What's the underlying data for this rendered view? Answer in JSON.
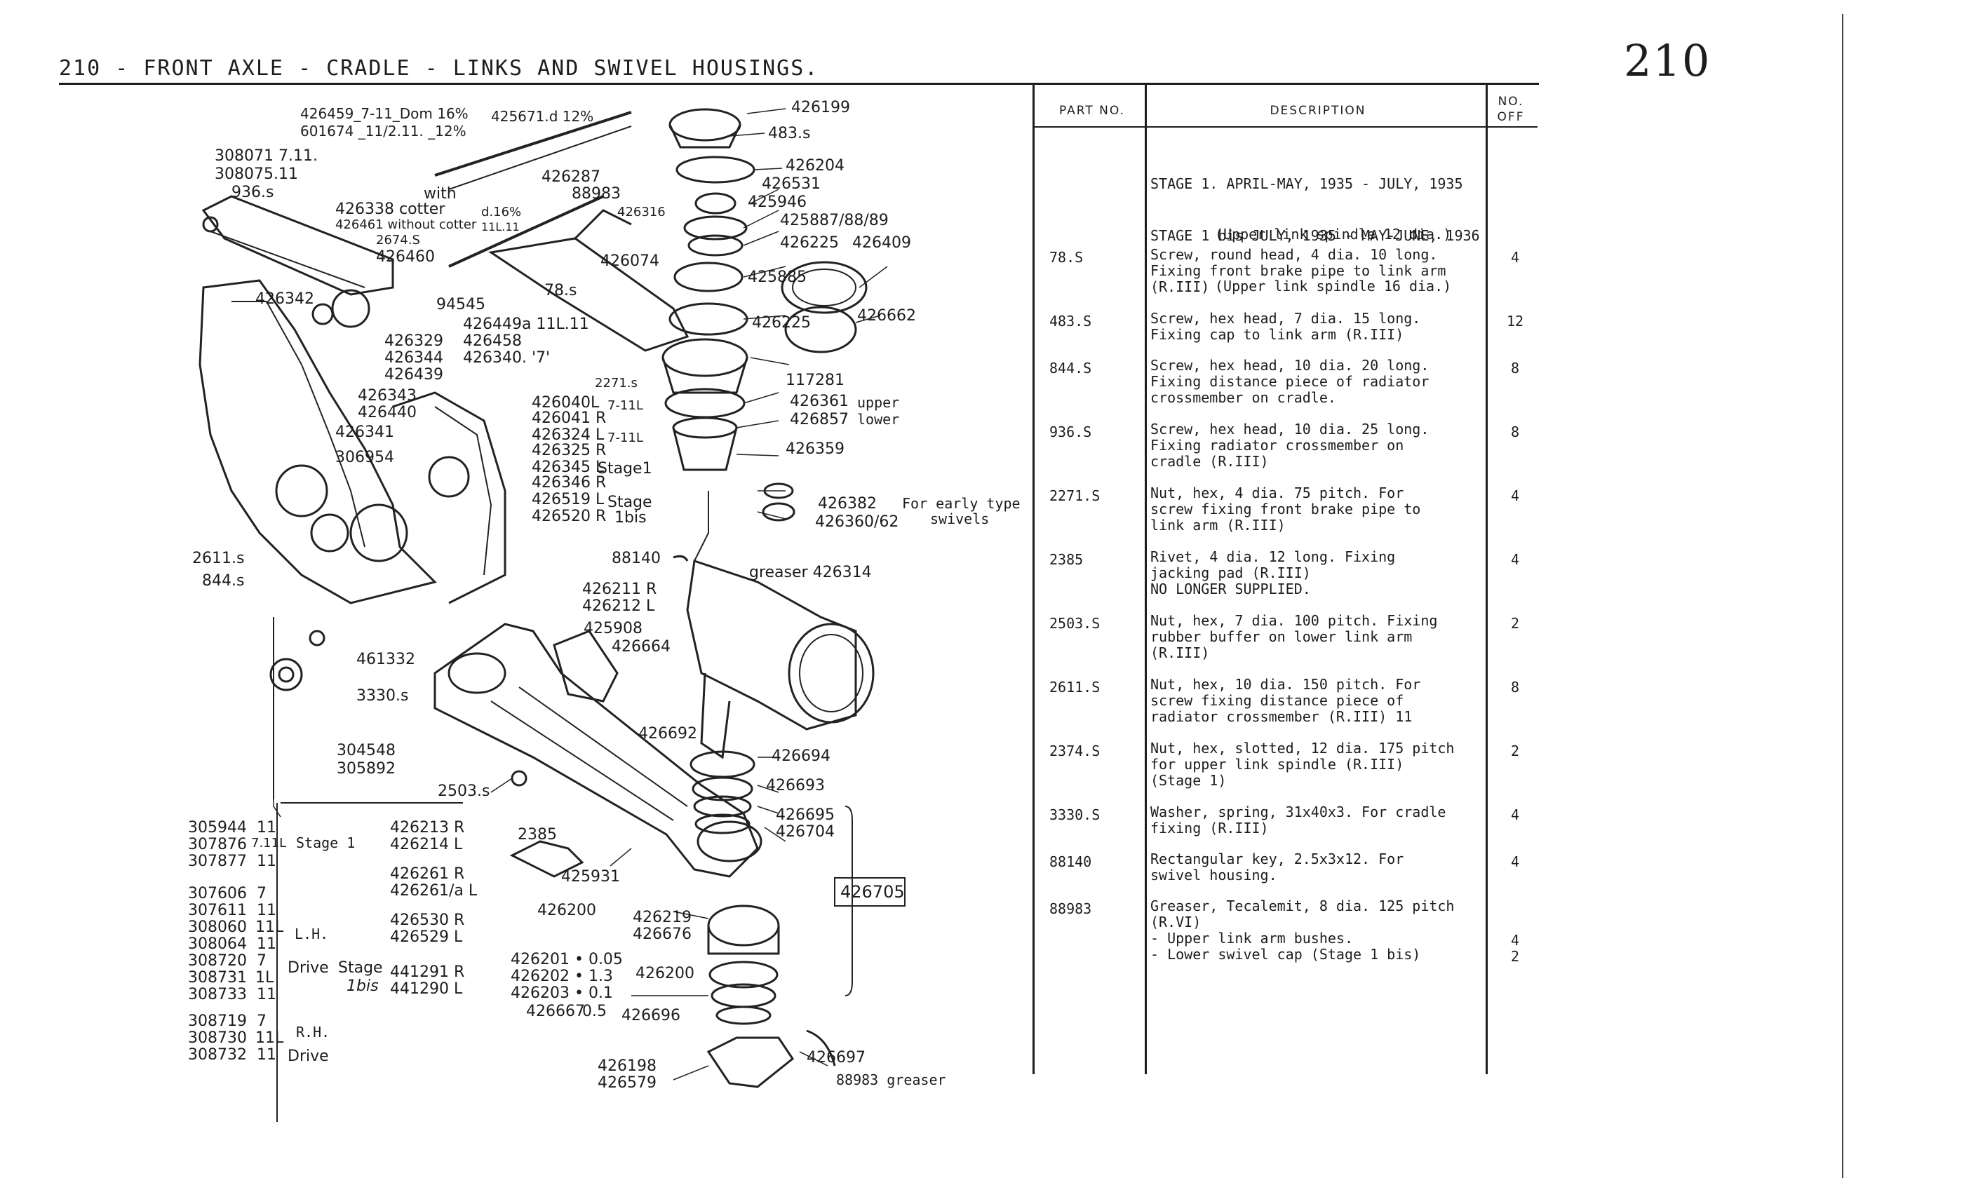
{
  "page": {
    "title": "210 - FRONT AXLE - CRADLE - LINKS AND SWIVEL HOUSINGS.",
    "page_number": "210"
  },
  "table": {
    "headers": {
      "part_no": "PART NO.",
      "description": "DESCRIPTION",
      "no_off": "NO. OFF"
    },
    "stages": [
      {
        "line1": "STAGE 1. APRIL-MAY, 1935 - JULY, 1935",
        "line2": "(Upper link spindle 12 dia.)"
      },
      {
        "line1": "STAGE 1 bis JULY, 1935 - MAY-JUNE, 1936",
        "line2": "(Upper link spindle 16 dia.)"
      }
    ],
    "rows": [
      {
        "part": "78.S",
        "desc": "Screw, round head, 4 dia. 10 long.\nFixing front brake pipe to link arm\n(R.III)",
        "off": "4"
      },
      {
        "part": "483.S",
        "desc": "Screw, hex head, 7 dia. 15 long.\nFixing cap to link arm (R.III)",
        "off": "12"
      },
      {
        "part": "844.S",
        "desc": "Screw, hex head, 10 dia. 20 long.\nFixing distance piece of radiator\ncrossmember on cradle.",
        "off": "8"
      },
      {
        "part": "936.S",
        "desc": "Screw, hex head, 10 dia. 25 long.\nFixing radiator crossmember on\ncradle (R.III)",
        "off": "8"
      },
      {
        "part": "2271.S",
        "desc": "Nut, hex, 4 dia. 75 pitch. For\nscrew fixing front brake pipe to\nlink arm (R.III)",
        "off": "4"
      },
      {
        "part": "2385",
        "desc": "Rivet, 4 dia. 12 long. Fixing\njacking pad (R.III)\nNO LONGER SUPPLIED.",
        "off": "4"
      },
      {
        "part": "2503.S",
        "desc": "Nut, hex, 7 dia. 100 pitch. Fixing\nrubber buffer on lower link arm\n(R.III)",
        "off": "2"
      },
      {
        "part": "2611.S",
        "desc": "Nut, hex, 10 dia. 150 pitch. For\nscrew fixing distance piece of\nradiator crossmember (R.III) 11",
        "off": "8"
      },
      {
        "part": "2374.S",
        "desc": "Nut, hex, slotted, 12 dia. 175 pitch\nfor upper link spindle (R.III)\n(Stage 1)",
        "off": "2"
      },
      {
        "part": "3330.S",
        "desc": "Washer, spring, 31x40x3. For cradle\nfixing (R.III)",
        "off": "4"
      },
      {
        "part": "88140",
        "desc": "Rectangular key, 2.5x3x12. For\nswivel housing.",
        "off": "4"
      },
      {
        "part": "88983",
        "desc": "Greaser, Tecalemit, 8 dia. 125 pitch\n(R.VI)\n- Upper link arm bushes.\n- Lower swivel cap (Stage 1 bis)",
        "off": "4\n2"
      }
    ]
  },
  "diagram": {
    "labels_top": [
      "426459_7-11_Dom 16%",
      "601674 _11/2.11. _12%",
      "425671.d 12%",
      "426199",
      "483.s",
      "308071 7.11.",
      "308075.11",
      "936.s",
      "426287",
      "88983",
      "with",
      "426338 cotter",
      "426461 without cotter",
      "d.16%",
      "11L.11",
      "426316",
      "426204",
      "426531",
      "425946",
      "425887/88/89",
      "426225",
      "426409",
      "2674.S",
      "426460",
      "426074",
      "425885",
      "426342",
      "94545",
      "78.s",
      "426449a 11L.11",
      "426458",
      "426329",
      "426344",
      "426340. '7'",
      "426439",
      "426225",
      "426662",
      "426343",
      "426440",
      "426341",
      "306954",
      "2271.s",
      "117281",
      "426361",
      "upper",
      "426857",
      "lower",
      "426359"
    ],
    "labels_mid": [
      "426040L",
      "426041 R",
      "7-11L",
      "426324 L",
      "426325 R",
      "7-11L",
      "426345 L",
      "426346 R",
      "Stage1",
      "426519 L",
      "426520 R",
      "Stage",
      "1bis",
      "426382",
      "426360/62",
      "For early type",
      "swivels",
      "2611.s",
      "844.s",
      "88140",
      "greaser 426314",
      "426211 R",
      "426212 L",
      "425908",
      "426664",
      "461332",
      "3330.s",
      "304548",
      "305892",
      "426692",
      "426694",
      "2503.s",
      "426693",
      "426695",
      "426704",
      "426705"
    ],
    "labels_bottom": [
      "305944",
      "307876",
      "307877",
      "11",
      "7.11L",
      "11",
      "Stage 1",
      "426213 R",
      "426214 L",
      "2385",
      "307606",
      "307611",
      "308060",
      "308064",
      "308720",
      "308731",
      "308733",
      "7",
      "11",
      "11L",
      "11",
      "7",
      "1L",
      "11",
      "L.H.",
      "Drive",
      "Stage",
      "1bis",
      "426261 R",
      "426261/a L",
      "425931",
      "426530 R",
      "426529 L",
      "441291 R",
      "441290 L",
      "426200",
      "426219",
      "426676",
      "426200",
      "426201 • 0.05",
      "426202 • 1.3",
      "426203 • 0.1",
      "426667",
      "0.5",
      "426696",
      "308719",
      "308730",
      "308732",
      "7",
      "11L",
      "11",
      "R.H.",
      "Drive",
      "426697",
      "426198",
      "426579",
      "88983 greaser"
    ]
  }
}
